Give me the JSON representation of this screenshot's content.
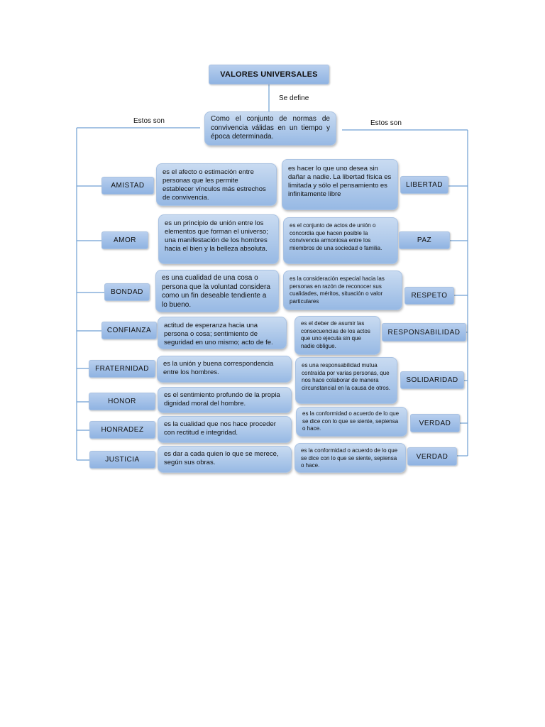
{
  "title": "VALORES UNIVERSALES",
  "connector_define": "Se define",
  "connector_left": "Estos son",
  "connector_right": "Estos son",
  "definition": "Como el conjunto de normas de convivencia válidas en un tiempo y época determinada.",
  "left_values": [
    {
      "name": "AMISTAD",
      "desc": "es el afecto o estimación entre personas que les permite establecer vínculos más estrechos de convivencia."
    },
    {
      "name": "AMOR",
      "desc": "es un principio de unión entre los elementos que forman el universo; una manifestación de los hombres hacia el bien y la belleza absoluta."
    },
    {
      "name": "BONDAD",
      "desc": "es una cualidad de una cosa o persona que la voluntad considera como un fin deseable tendiente a lo bueno."
    },
    {
      "name": "CONFIANZA",
      "desc": "actitud de esperanza hacia una persona o cosa; sentimiento de seguridad en uno mismo; acto de fe."
    },
    {
      "name": "FRATERNIDAD",
      "desc": "es la unión y buena correspondencia entre los hombres."
    },
    {
      "name": "HONOR",
      "desc": "es el sentimiento profundo de la propia dignidad moral del hombre."
    },
    {
      "name": "HONRADEZ",
      "desc": "es la cualidad que nos hace proceder con rectitud e integridad."
    },
    {
      "name": "JUSTICIA",
      "desc": "es dar a cada quien lo que se merece, según sus obras."
    }
  ],
  "right_values": [
    {
      "name": "LIBERTAD",
      "desc": "es hacer lo que uno desea sin dañar a nadie. La libertad física es limitada y sólo el pensamiento es infinitamente libre"
    },
    {
      "name": "PAZ",
      "desc": "es el conjunto de actos de unión o concordia que hacen posible la convivencia armoniosa entre los miembros de una sociedad o familia."
    },
    {
      "name": "RESPETO",
      "desc": "es la consideración especial hacia las personas en razón de reconocer sus cualidades, méritos, situación o valor particulares"
    },
    {
      "name": "RESPONSABILIDAD",
      "desc": "es el deber de asumir las consecuencias de los actos que uno ejecuta sin que nadie obligue."
    },
    {
      "name": "SOLIDARIDAD",
      "desc": "es una responsabilidad mutua contraída por varias personas, que nos hace colaborar de manera circunstancial en la causa de otros."
    },
    {
      "name": "VERDAD",
      "desc": "es la conformidad o acuerdo de lo que se dice con lo que se siente, sepiensa o hace."
    },
    {
      "name": "VERDAD",
      "desc": "es la conformidad o acuerdo de lo que se dice con lo que se siente, sepiensa o hace."
    }
  ]
}
